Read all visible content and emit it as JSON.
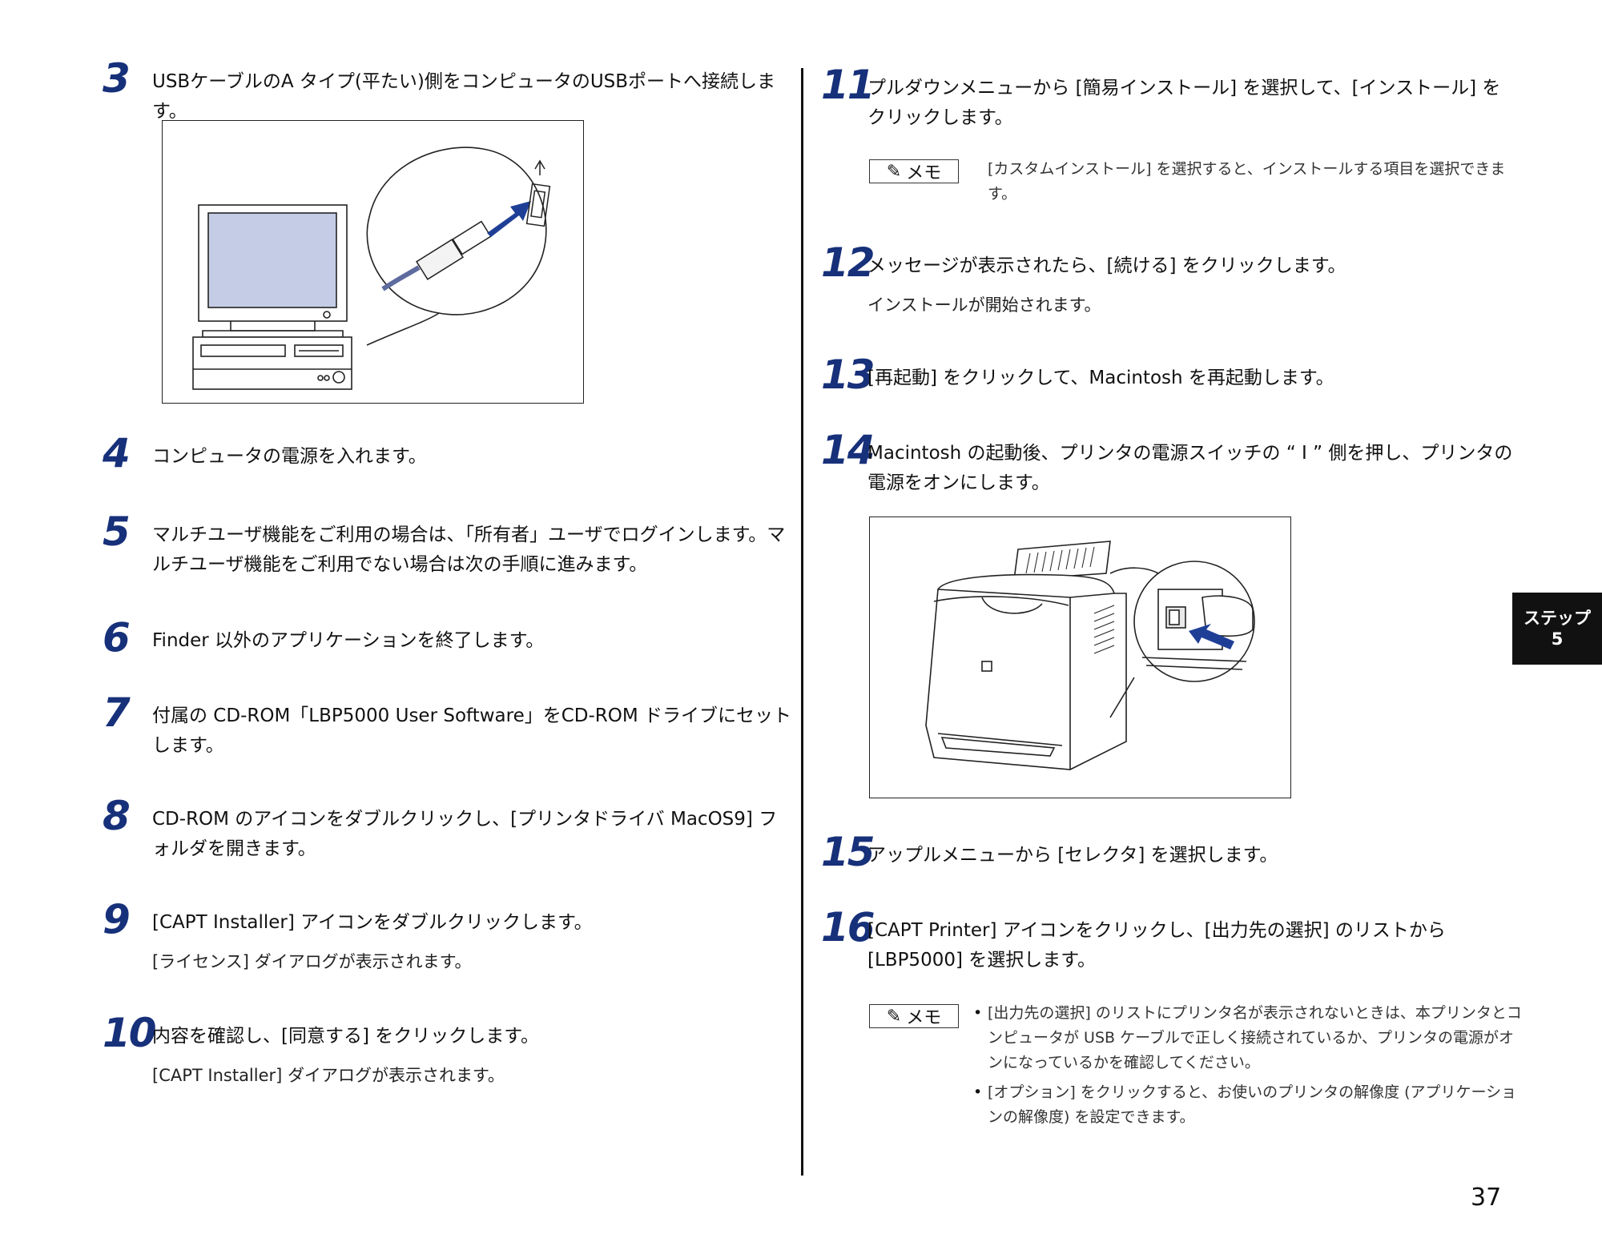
{
  "left_steps": [
    {
      "num": "3",
      "title": "USBケーブルのA タイプ(平たい)側をコンピュータのUSBポートへ接続します。"
    },
    {
      "num": "4",
      "title": "コンピュータの電源を入れます。"
    },
    {
      "num": "5",
      "title": "マルチユーザ機能をご利用の場合は、「所有者」ユーザでログインします。マルチユーザ機能をご利用でない場合は次の手順に進みます。"
    },
    {
      "num": "6",
      "title": "Finder 以外のアプリケーションを終了します。"
    },
    {
      "num": "7",
      "title": "付属の CD-ROM「LBP5000 User Software」をCD-ROM ドライブにセットします。"
    },
    {
      "num": "8",
      "title": "CD-ROM のアイコンをダブルクリックし、[プリンタドライバ MacOS9] フォルダを開きます。"
    },
    {
      "num": "9",
      "title": "[CAPT Installer] アイコンをダブルクリックします。",
      "desc": "[ライセンス] ダイアログが表示されます。"
    },
    {
      "num": "10",
      "title": "内容を確認し、[同意する] をクリックします。",
      "desc": "[CAPT Installer] ダイアログが表示されます。"
    }
  ],
  "right_steps": [
    {
      "num": "11",
      "title": "プルダウンメニューから [簡易インストール] を選択して、[インストール] をクリックします。"
    },
    {
      "num": "12",
      "title": "メッセージが表示されたら、[続ける] をクリックします。",
      "desc": "インストールが開始されます。"
    },
    {
      "num": "13",
      "title": "[再起動] をクリックして、Macintosh を再起動します。"
    },
    {
      "num": "14",
      "title": "Macintosh の起動後、プリンタの電源スイッチの “ I ” 側を押し、プリンタの電源をオンにします。"
    },
    {
      "num": "15",
      "title": "アップルメニューから [セレクタ] を選択します。"
    },
    {
      "num": "16",
      "title": "[CAPT Printer] アイコンをクリックし、[出力先の選択] のリストから [LBP5000] を選択します。"
    }
  ],
  "memo_label": "メモ",
  "memo1": "[カスタムインストール] を選択すると、インストールする項目を選択できます。",
  "memo2_items": [
    "[出力先の選択] のリストにプリンタ名が表示されないときは、本プリンタとコンピュータが USB ケーブルで正しく接続されているか、プリンタの電源がオンになっているかを確認してください。",
    "[オプション] をクリックすると、お使いのプリンタの解像度 (アプリケーションの解像度) を設定できます。"
  ],
  "side_tab": {
    "line1": "ステップ",
    "line2": "5"
  },
  "page_number": "37",
  "colors": {
    "step_number": "#17307a",
    "arrow": "#1f3f97",
    "screen": "#c5cde6"
  }
}
